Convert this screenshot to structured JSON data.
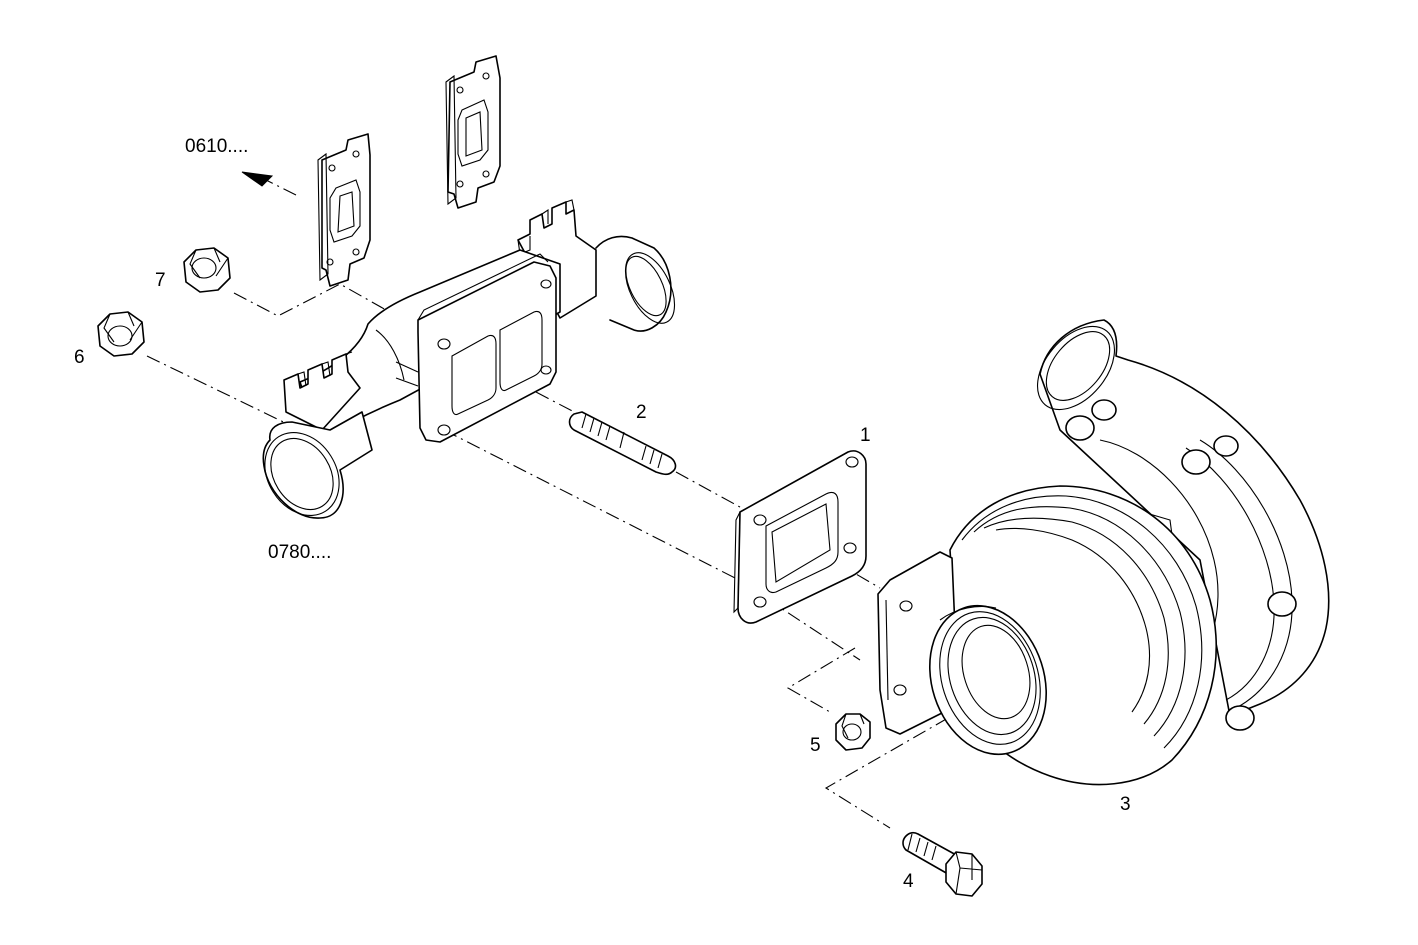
{
  "diagram": {
    "callouts": [
      {
        "id": "1",
        "text": "1"
      },
      {
        "id": "2",
        "text": "2"
      },
      {
        "id": "3",
        "text": "3"
      },
      {
        "id": "4",
        "text": "4"
      },
      {
        "id": "5",
        "text": "5"
      },
      {
        "id": "6",
        "text": "6"
      },
      {
        "id": "7",
        "text": "7"
      }
    ],
    "references": {
      "upper": "0610....",
      "lower": "0780...."
    }
  }
}
